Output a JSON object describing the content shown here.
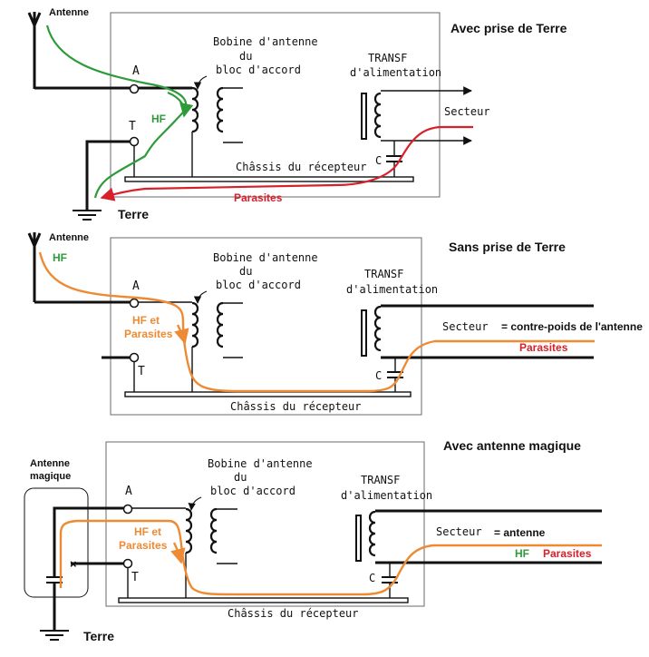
{
  "colors": {
    "ink": "#111111",
    "frame": "#6a6a6a",
    "green": "#2e9b3a",
    "red": "#d8202a",
    "orange": "#ee8a33"
  },
  "panel1": {
    "title": "Avec prise de Terre",
    "antenna_label": "Antenne",
    "label_a": "A",
    "label_t": "T",
    "hf_label": "HF",
    "coil_title": [
      "Bobine d'antenne",
      "du",
      "bloc d'accord"
    ],
    "transf_title": [
      "TRANSF",
      "d'alimentation"
    ],
    "secteur_label": "Secteur",
    "cap_label": "C",
    "chassis_label": "Châssis du récepteur",
    "parasites_label": "Parasites",
    "earth_label": "Terre"
  },
  "panel2": {
    "title": "Sans prise de Terre",
    "antenna_label": "Antenne",
    "hf_label": "HF",
    "label_a": "A",
    "label_t": "T",
    "hf_parasites_label": [
      "HF et",
      "Parasites"
    ],
    "coil_title": [
      "Bobine d'antenne",
      "du",
      "bloc d'accord"
    ],
    "transf_title": [
      "TRANSF",
      "d'alimentation"
    ],
    "secteur_label": "Secteur",
    "secteur_suffix": "= contre-poids de l'antenne",
    "parasites_label": "Parasites",
    "cap_label": "C",
    "chassis_label": "Châssis du récepteur"
  },
  "panel3": {
    "title": "Avec antenne magique",
    "magic_label": [
      "Antenne",
      "magique"
    ],
    "label_a": "A",
    "label_t": "T",
    "hf_parasites_label": [
      "HF et",
      "Parasites"
    ],
    "coil_title": [
      "Bobine d'antenne",
      "du",
      "bloc d'accord"
    ],
    "transf_title": [
      "TRANSF",
      "d'alimentation"
    ],
    "secteur_label": "Secteur",
    "secteur_suffix": "= antenne",
    "hf_label": "HF",
    "parasites_label": "Parasites",
    "cap_label": "C",
    "chassis_label": "Châssis du récepteur",
    "earth_label": "Terre"
  },
  "icons": [
    "antenna-icon",
    "earth-ground-icon",
    "capacitor-icon",
    "coil-icon",
    "transformer-core-icon",
    "arrow-icon"
  ]
}
